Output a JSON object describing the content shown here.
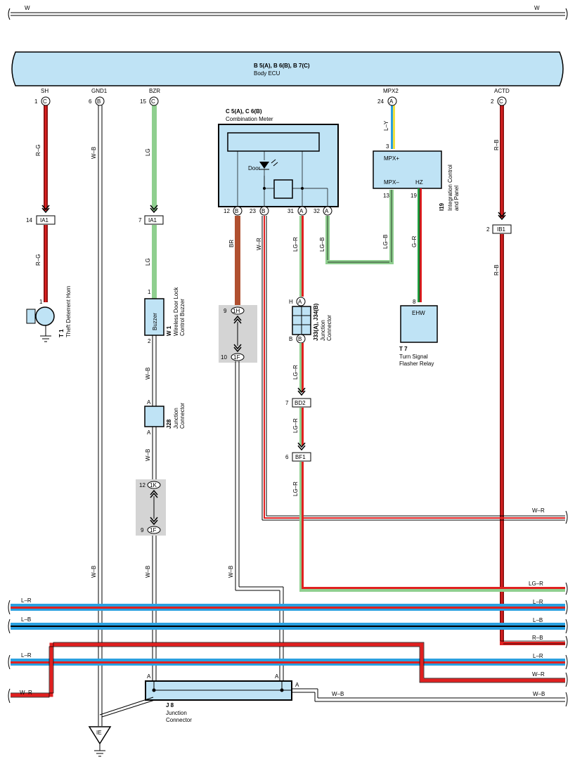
{
  "ecu": {
    "title": "B 5(A), B 6(B), B 7(C)",
    "subtitle": "Body ECU",
    "terminals": [
      {
        "name": "SH",
        "pin": "1",
        "conn": "C"
      },
      {
        "name": "GND1",
        "pin": "6",
        "conn": "B"
      },
      {
        "name": "BZR",
        "pin": "15",
        "conn": "C"
      },
      {
        "name": "MPX2",
        "pin": "24",
        "conn": "A"
      },
      {
        "name": "ACTD",
        "pin": "2",
        "conn": "C"
      }
    ]
  },
  "top_wire": {
    "left": "W",
    "right": "W"
  },
  "meter": {
    "title": "C 5(A), C 6(B)",
    "subtitle": "Combination Meter",
    "door_label": "Door",
    "pins": [
      {
        "pin": "12",
        "conn": "B"
      },
      {
        "pin": "23",
        "conn": "B"
      },
      {
        "pin": "31",
        "conn": "A"
      },
      {
        "pin": "32",
        "conn": "A"
      }
    ]
  },
  "integration": {
    "name": "I19",
    "desc1": "Integration Control",
    "desc2": "and Panel",
    "mpx_plus": "MPX+",
    "mpx_minus": "MPX–",
    "hz": "HZ",
    "pin_mpx_plus": "3",
    "pin_mpx_minus": "13",
    "pin_hz": "19"
  },
  "relay": {
    "id": "T 7",
    "name1": "Turn Signal",
    "name2": "Flasher Relay",
    "box": "EHW",
    "pin": "8"
  },
  "horn": {
    "id": "T 1",
    "name": "Theft Deterrent Horn",
    "pin": "1"
  },
  "buzzer": {
    "id": "W 1",
    "name1": "Wireless Door Lock",
    "name2": "Control Buzzer",
    "box": "Buzzer",
    "pin_top": "1",
    "pin_bottom": "2"
  },
  "j28": {
    "id": "J28",
    "name1": "Junction",
    "name2": "Connector",
    "pin_top": "A",
    "pin_bottom": "A"
  },
  "j33": {
    "id": "J33(A), J34(B)",
    "name1": "Junction",
    "name2": "Connector",
    "pin_h": "H",
    "pin_b": "B",
    "conn_a": "A",
    "conn_b": "B"
  },
  "j8": {
    "id": "J 8",
    "name1": "Junction",
    "name2": "Connector",
    "pin_left": "A",
    "pin_mid": "A",
    "pin_right": "A"
  },
  "ground": {
    "label": "IE"
  },
  "connectors": {
    "ia1_horn": {
      "pin": "14",
      "name": "IA1"
    },
    "ia1_buzzer": {
      "pin": "7",
      "name": "IA1"
    },
    "ib1": {
      "pin": "2",
      "name": "IB1"
    },
    "bd2": {
      "pin": "7",
      "name": "BD2"
    },
    "bf1": {
      "pin": "6",
      "name": "BF1"
    },
    "j1h": {
      "pin": "9",
      "name": "1H"
    },
    "j1f_meter": {
      "pin": "10",
      "name": "1F"
    },
    "j1k": {
      "pin": "12",
      "name": "1K"
    },
    "j1f_buzzer": {
      "pin": "9",
      "name": "1F"
    }
  },
  "wires": {
    "sh_upper": "R–G",
    "sh_lower": "R–G",
    "gnd": "W–B",
    "gnd_lower": "W–B",
    "bzr_upper": "LG",
    "bzr_lower": "LG",
    "bzr_wb1": "W–B",
    "bzr_wb2": "W–B",
    "bzr_wb3": "W–B",
    "meter_br": "BR",
    "meter_wr": "W–R",
    "meter_lgr": "LG–R",
    "meter_lgb": "LG–B",
    "mpx_ly": "L–Y",
    "mpx_lgb": "LG–B",
    "hz_gr": "G–R",
    "actd_upper": "R–B",
    "actd_lower": "R–B",
    "j33_lgr": "LG–R",
    "bd2_lgr": "LG–R",
    "bf1_lgr": "LG–R",
    "j1f_wb": "W–B"
  },
  "buses": {
    "wr_right": "W–R",
    "lgr_right": "LG–R",
    "lr1_left": "L–R",
    "lr1_right": "L–R",
    "lb_left": "L–B",
    "lb_right": "L–B",
    "rb_right": "R–B",
    "lr2_left": "L–R",
    "lr2_right": "L–R",
    "wr2_right": "W–R",
    "wr_left": "W–R",
    "wb_right": "W–B"
  },
  "colors": {
    "red": "#e02020",
    "green": "#8fcf8f",
    "blue": "#2aa0e0",
    "yellow": "#f0e040",
    "brown": "#b05030",
    "dark_green": "#20a040",
    "box_fill": "#bfe3f5"
  }
}
